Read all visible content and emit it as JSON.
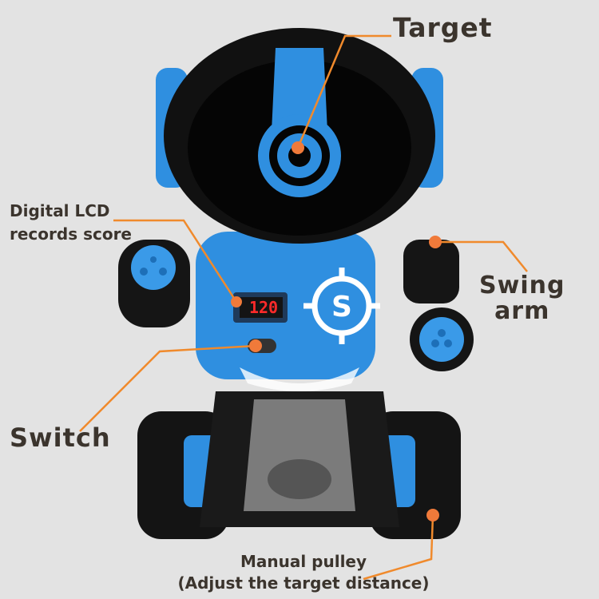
{
  "labels": {
    "target": "Target",
    "lcd_line1": "Digital LCD",
    "lcd_line2": "records score",
    "swing_line1": "Swing",
    "swing_line2": "arm",
    "switch": "Switch",
    "pulley_line1": "Manual pulley",
    "pulley_line2": "(Adjust the target distance)"
  },
  "lcd_display": "120",
  "colors": {
    "background": "#e3e3e3",
    "robot_blue": "#2f8fe0",
    "robot_black": "#111111",
    "callout_line": "#f08a2c",
    "callout_dot": "#f07a3a",
    "label_text": "#3b342d",
    "lcd_red": "#ff2a2a"
  }
}
